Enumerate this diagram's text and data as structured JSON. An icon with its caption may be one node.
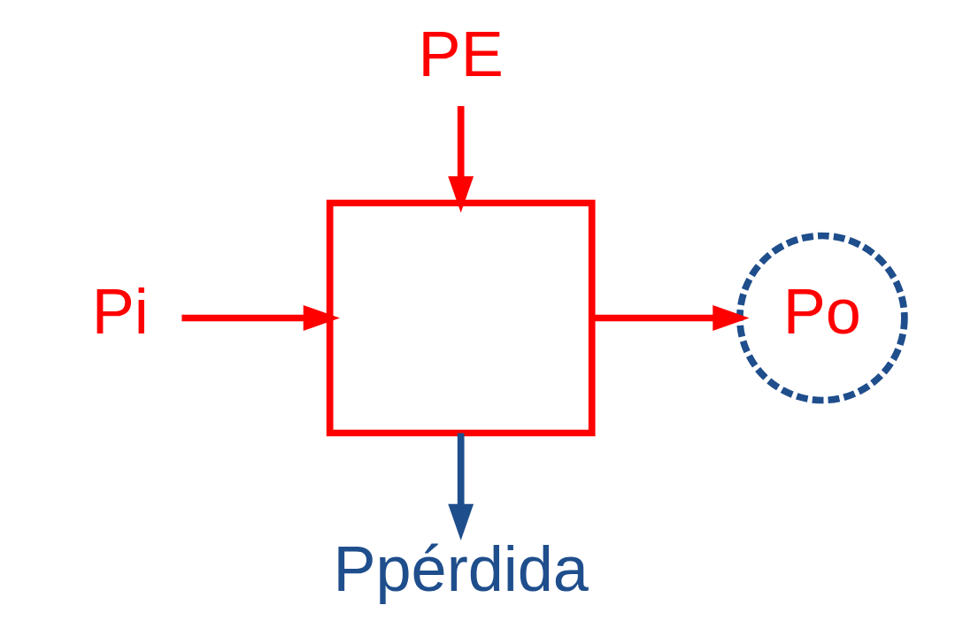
{
  "diagram": {
    "nodes": [
      {
        "text": [
          "Pi"
        ]
      },
      {
        "text": [
          "PE"
        ]
      },
      {
        "text": [],
        "shape": "box"
      },
      {
        "text": [
          "Po"
        ]
      },
      {
        "text": [
          "Ppérdida"
        ]
      }
    ],
    "edges": [
      {
        "from": 0,
        "to": 2,
        "arrow": "to"
      },
      {
        "from": 1,
        "to": 2,
        "arrow": "to"
      },
      {
        "from": 2,
        "to": 3,
        "arrow": "to"
      },
      {
        "from": 2,
        "to": 4,
        "arrow": "to",
        "color": "#1f4e8c"
      }
    ]
  }
}
